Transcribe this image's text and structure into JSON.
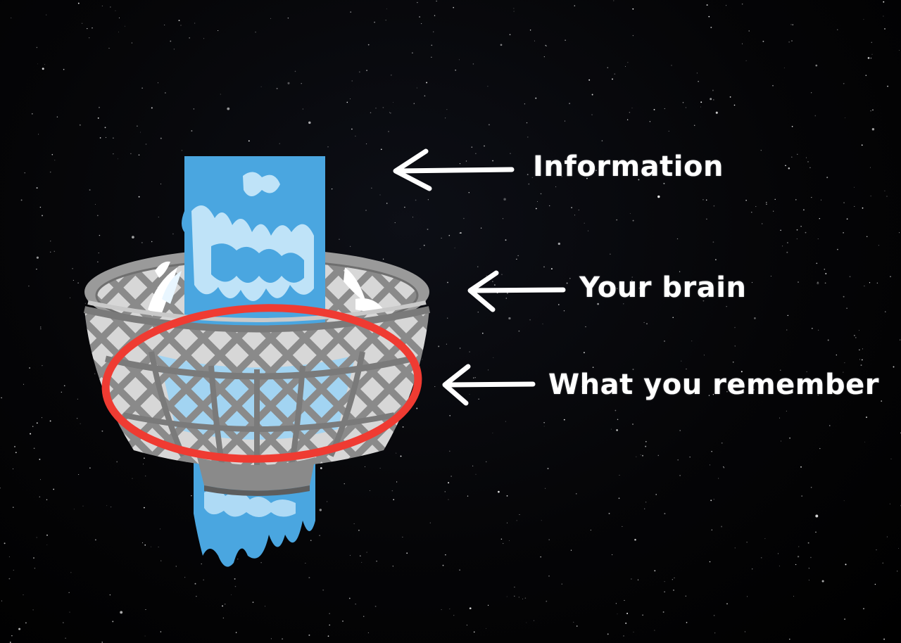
{
  "labels": {
    "information": "Information",
    "brain": "Your brain",
    "remember": "What you remember"
  },
  "colors": {
    "background": "#000000",
    "water": "#4aa6e0",
    "water_highlight": "#bfe3f8",
    "basket": "#a9a9a9",
    "basket_dark": "#707070",
    "highlight_ellipse": "#ef3b32",
    "arrows_and_text": "#ffffff"
  },
  "icons": [
    "sieve-basket-icon",
    "water-stream-icon",
    "left-arrow-icon"
  ]
}
